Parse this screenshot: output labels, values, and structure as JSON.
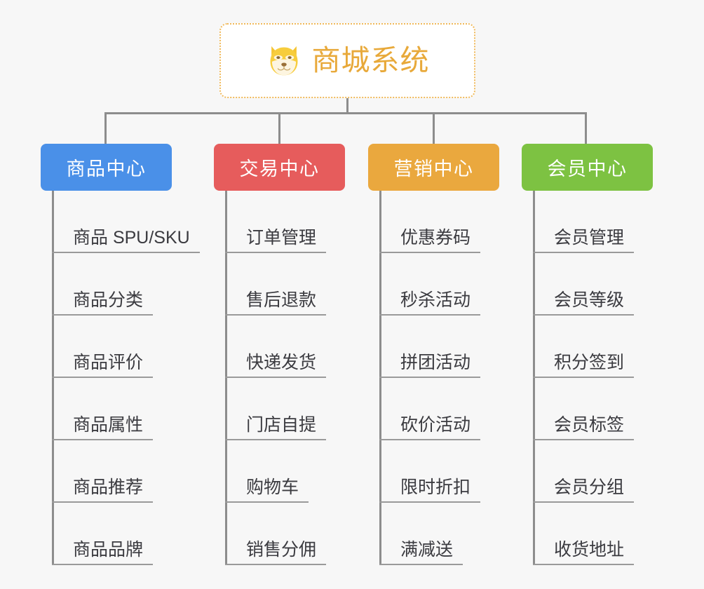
{
  "background_color": "#f7f7f7",
  "root": {
    "title": "商城系统",
    "icon": "shiba-dog-face-emoji",
    "title_color": "#e8a93a",
    "border_color": "#f0b95a",
    "background_color": "#ffffff"
  },
  "connector_color": "#8d8d8d",
  "leaf_underline_color": "#9a9a9a",
  "leaf_text_color": "#3b3b40",
  "columns": [
    {
      "header": "商品中心",
      "color": "#4a90e8",
      "items": [
        "商品 SPU/SKU",
        "商品分类",
        "商品评价",
        "商品属性",
        "商品推荐",
        "商品品牌"
      ]
    },
    {
      "header": "交易中心",
      "color": "#e65c5c",
      "items": [
        "订单管理",
        "售后退款",
        "快递发货",
        "门店自提",
        "购物车",
        "销售分佣"
      ]
    },
    {
      "header": "营销中心",
      "color": "#eaa83e",
      "items": [
        "优惠券码",
        "秒杀活动",
        "拼团活动",
        "砍价活动",
        "限时折扣",
        "满减送"
      ]
    },
    {
      "header": "会员中心",
      "color": "#7dc242",
      "items": [
        "会员管理",
        "会员等级",
        "积分签到",
        "会员标签",
        "会员分组",
        "收货地址"
      ]
    }
  ]
}
